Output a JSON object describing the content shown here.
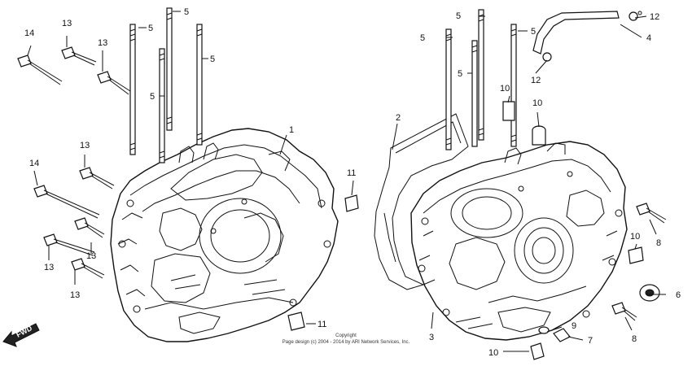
{
  "callouts": [
    "1",
    "2",
    "3",
    "4",
    "5",
    "6",
    "7",
    "8",
    "9",
    "10",
    "11",
    "12",
    "13",
    "14"
  ],
  "fwd_label": "FWD",
  "copyright": {
    "line1": "Copyright",
    "line2": "Page design (c) 2004 - 2014 by ARI Network Services, Inc."
  }
}
